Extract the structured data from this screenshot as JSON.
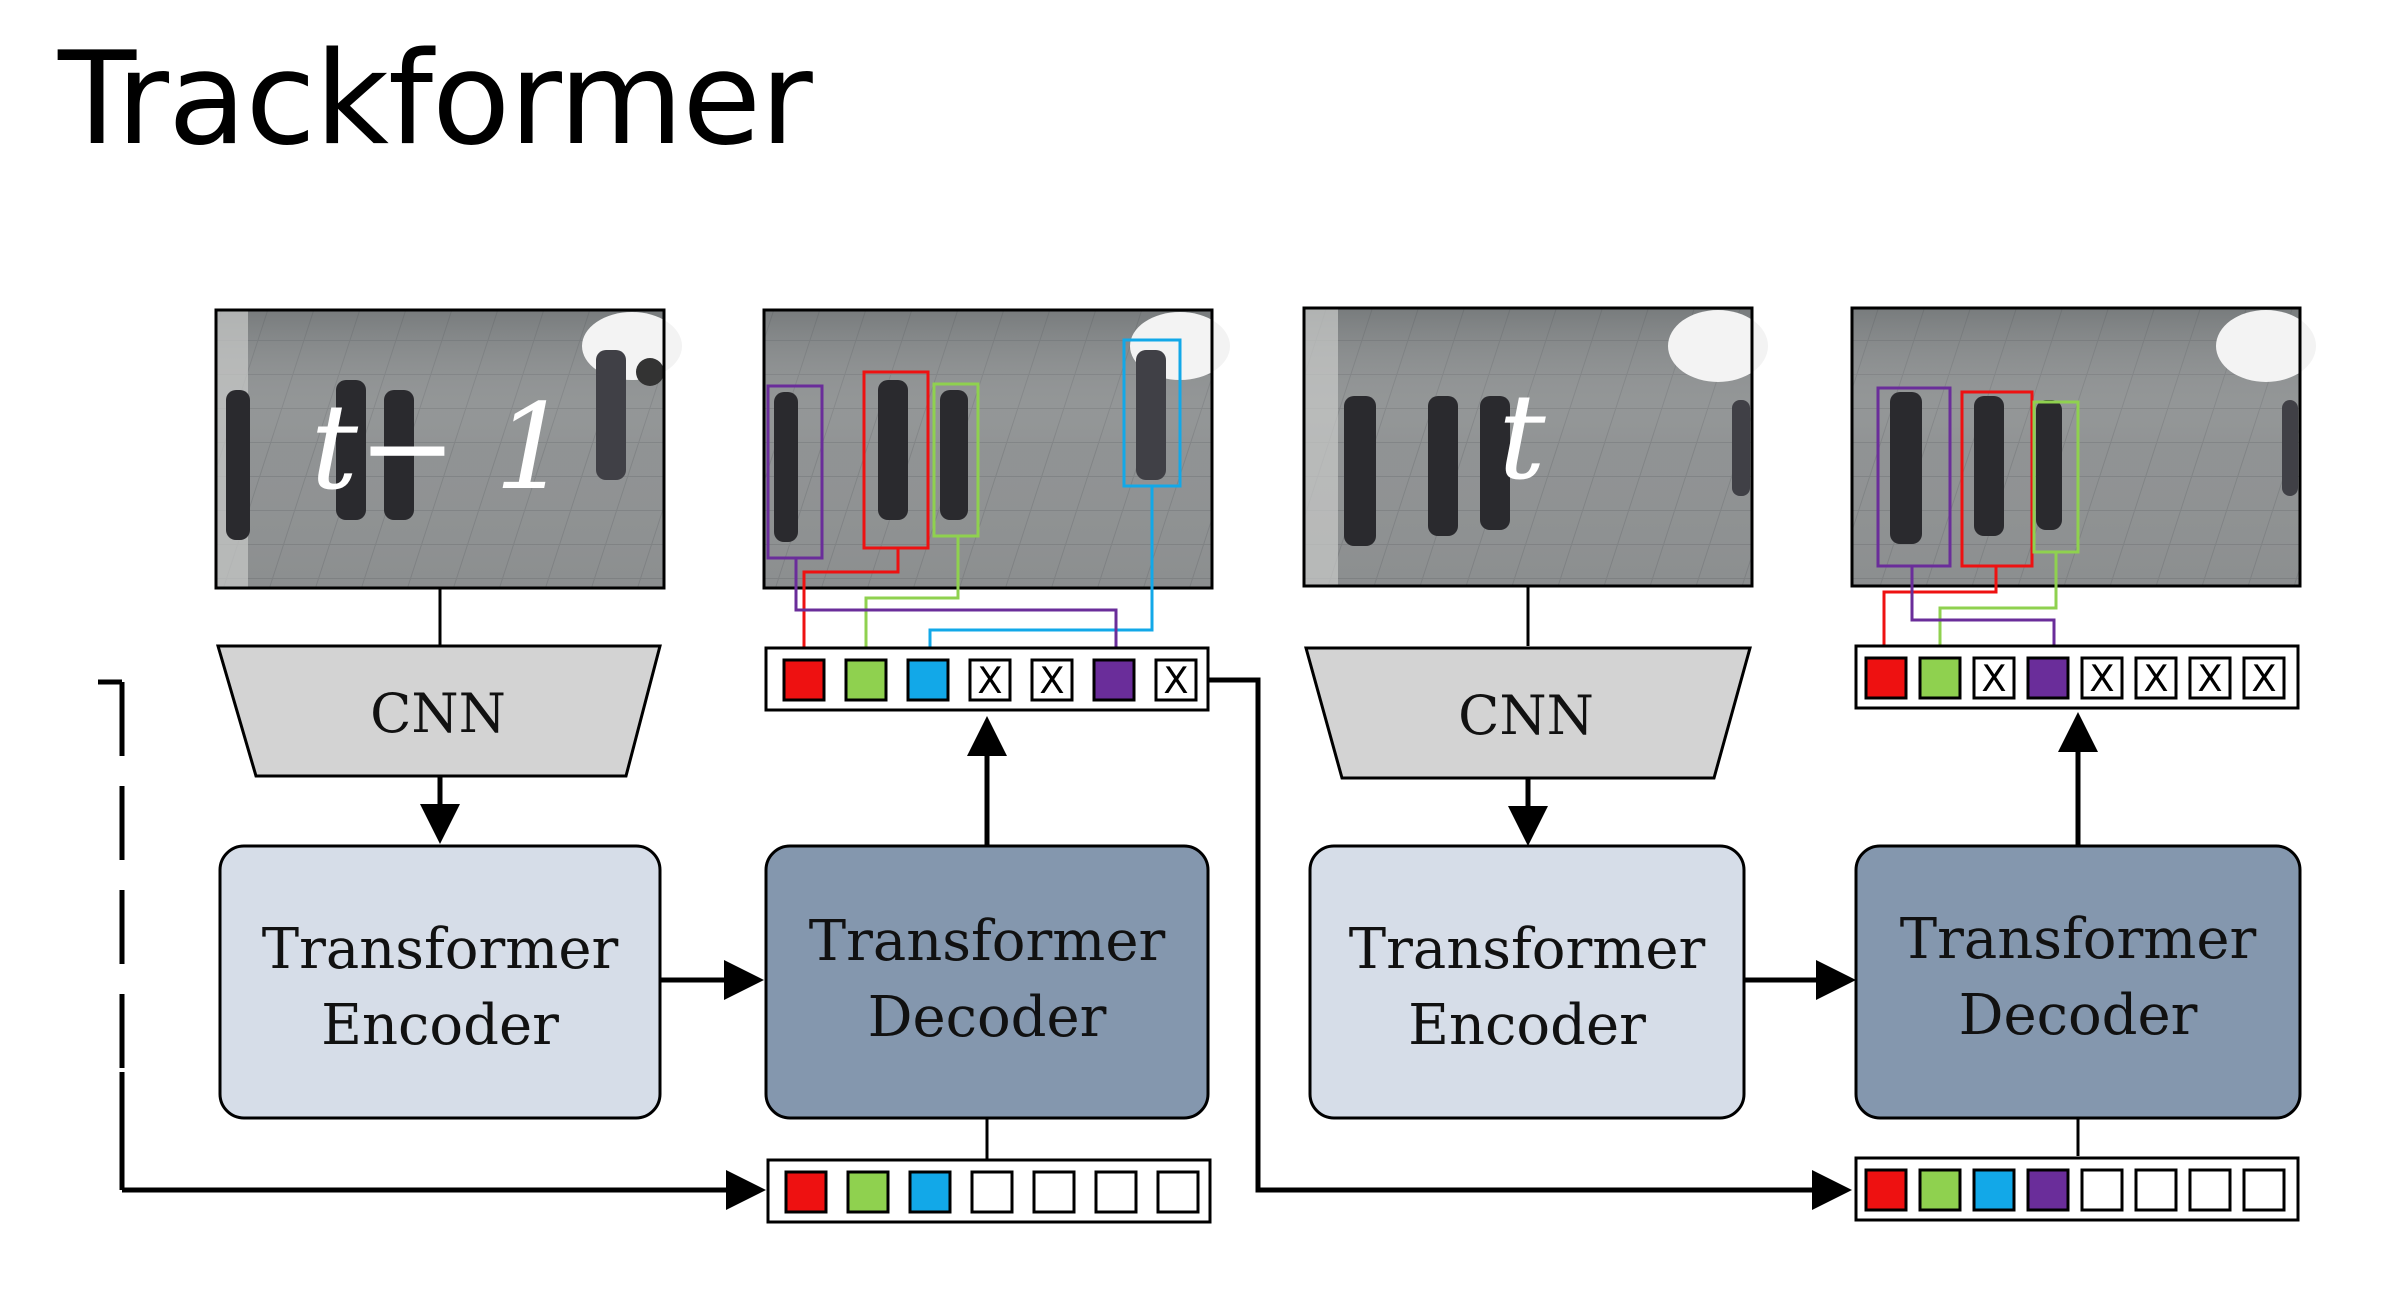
{
  "title": "Trackformer",
  "colors": {
    "red": "#ee1111",
    "green": "#8fd14f",
    "blue": "#12a8e8",
    "purple": "#6a2d9a",
    "encoder_fill": "#d6dde8",
    "decoder_fill": "#8497ae",
    "cnn_fill": "#d3d3d3"
  },
  "panels": [
    {
      "frame_label": "t− 1",
      "cnn_label": "CNN",
      "encoder_label": [
        "Transformer",
        "Encoder"
      ],
      "decoder_label": [
        "Transformer",
        "Decoder"
      ],
      "query_slots": [
        "red",
        "green",
        "blue",
        "empty",
        "empty",
        "empty",
        "empty"
      ],
      "output_slots": [
        "red",
        "green",
        "blue",
        "x",
        "x",
        "purple",
        "x"
      ]
    },
    {
      "frame_label": "t",
      "cnn_label": "CNN",
      "encoder_label": [
        "Transformer",
        "Encoder"
      ],
      "decoder_label": [
        "Transformer",
        "Decoder"
      ],
      "query_slots": [
        "red",
        "green",
        "blue",
        "purple",
        "empty",
        "empty",
        "empty",
        "empty"
      ],
      "output_slots": [
        "red",
        "green",
        "x",
        "purple",
        "x",
        "x",
        "x",
        "x"
      ]
    }
  ],
  "x_mark": "X"
}
